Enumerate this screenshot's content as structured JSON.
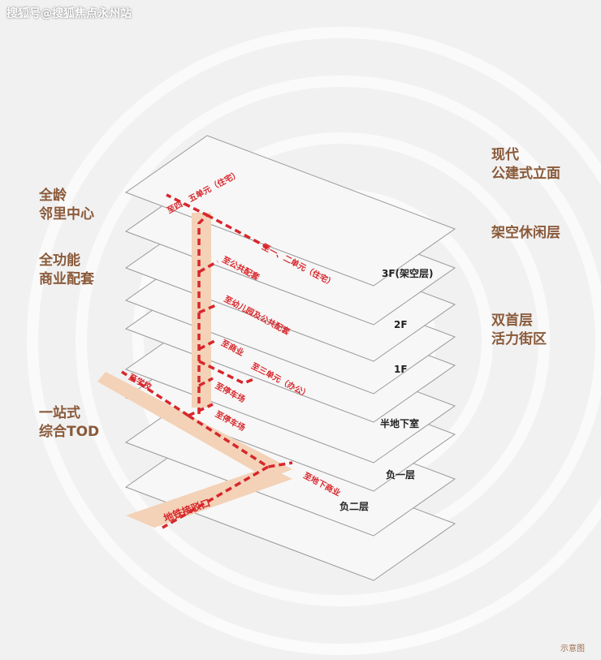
{
  "watermark": "搜狐号@搜狐焦点永州站",
  "left_labels": [
    {
      "l1": "全龄",
      "l2": "邻里中心"
    },
    {
      "l1": "全功能",
      "l2": "商业配套"
    },
    {
      "l1": "一站式",
      "l2": "综合TOD"
    }
  ],
  "right_labels": [
    {
      "l1": "现代",
      "l2": "公建式立面"
    },
    {
      "l1": "架空休闲层",
      "l2": ""
    },
    {
      "l1": "双首层",
      "l2": "活力街区"
    }
  ],
  "floors": [
    "3F(架空层)",
    "2F",
    "1F",
    "半地下室",
    "负一层",
    "负二层"
  ],
  "routes": [
    "至四、五单元（住宅）",
    "至一、二单元（住宅）",
    "至公共配套",
    "至幼儿园及公共配套",
    "至商业",
    "至三单元（办公）",
    "至停车场",
    "至停车场",
    "至学校",
    "至地下商业",
    "地铁接驳口"
  ],
  "note": "示意图",
  "colors": {
    "route": "#d8262b",
    "core": "#f3d2b8",
    "label": "#8a5a3a"
  }
}
